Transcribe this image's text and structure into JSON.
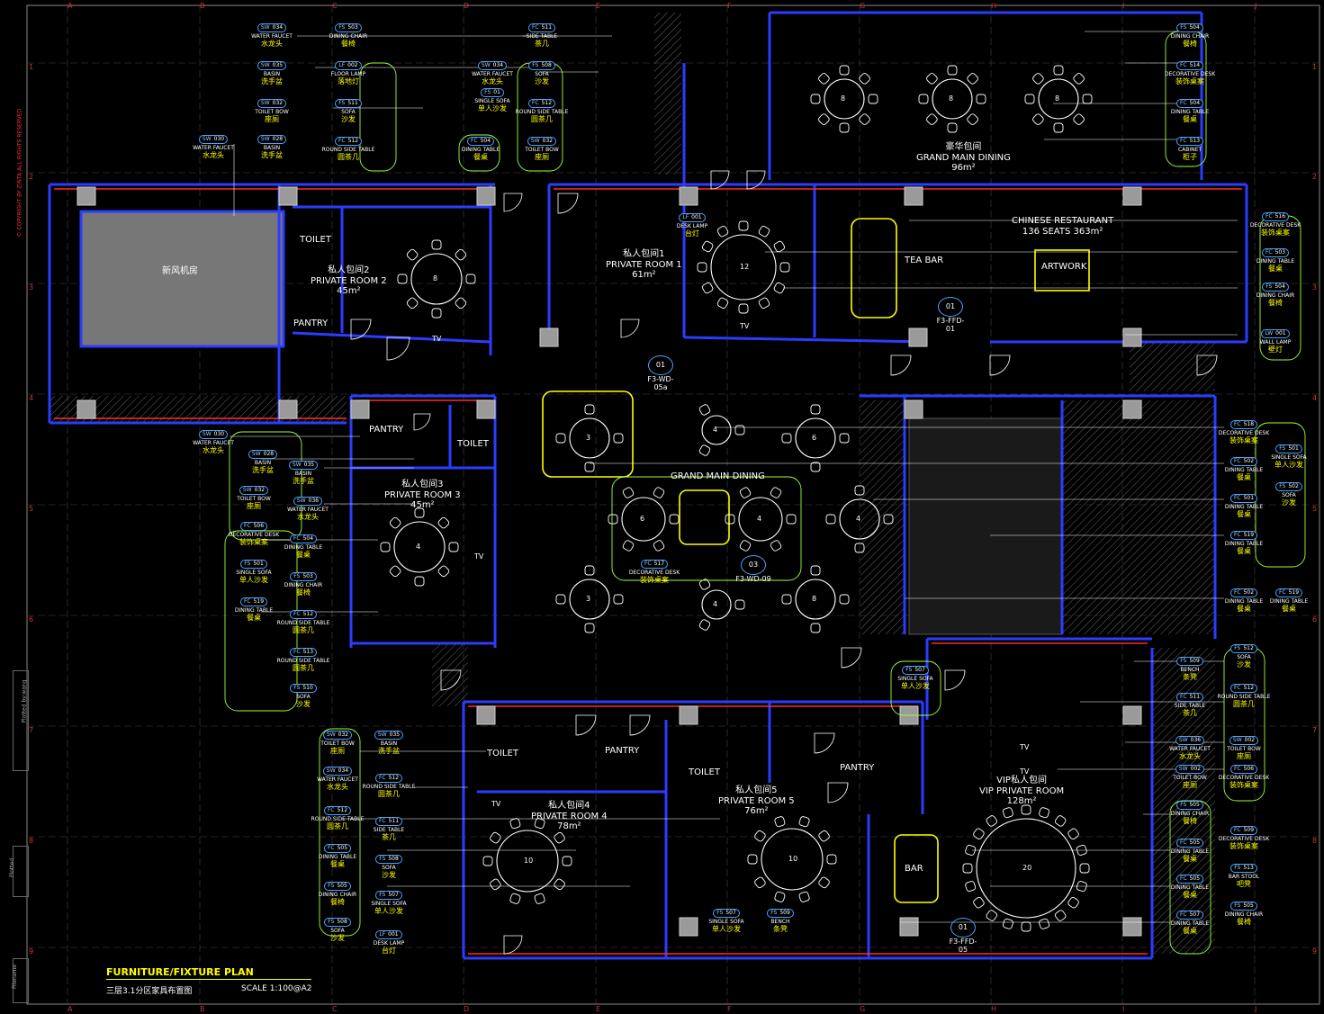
{
  "colors": {
    "wall": "#2b3cff",
    "wall2": "#ff2b2b",
    "furniture": "#ffffff",
    "yellow": "#ffff00",
    "grid": "#888888",
    "hatch": "#555555",
    "column": "#9a9a9a",
    "cloud": "#9cff3a",
    "leader": "#ffffff"
  },
  "copyright": "© COPYRIGHT BY ZINTA ALL RIGHTS RESERVED",
  "side_labels": {
    "plotted_by": "Plotted by:wang",
    "plotted": "Plotted",
    "filename": "Filename"
  },
  "title": {
    "main": "FURNITURE/FIXTURE PLAN",
    "sub": "三层3.1分区家具布置图",
    "scale": "SCALE 1:100@A2"
  },
  "grid_letters": [
    "A",
    "B",
    "C",
    "D",
    "E",
    "F",
    "G",
    "H",
    "I",
    "J"
  ],
  "grid_numbers": [
    "1",
    "2",
    "3",
    "4",
    "5",
    "6",
    "7",
    "8",
    "9"
  ],
  "rooms": {
    "fresh_air": "新风机房",
    "toilet_a": "TOILET",
    "pantry_a": "PANTRY",
    "pr2_cn": "私人包间2",
    "pr2_en": "PRIVATE ROOM 2",
    "pr2_area": "45m²",
    "pr1_cn": "私人包间1",
    "pr1_en": "PRIVATE ROOM 1",
    "pr1_area": "61m²",
    "gmd_top_cn": "豪华包间",
    "gmd_top_en": "GRAND MAIN DINING",
    "gmd_top_area": "96m²",
    "chinese_rest": "CHINESE RESTAURANT",
    "chinese_seats": "136 SEATS 363m²",
    "tea_bar": "TEA BAR",
    "artwork": "ARTWORK",
    "pantry_b": "PANTRY",
    "toilet_b": "TOILET",
    "pr3_cn": "私人包间3",
    "pr3_en": "PRIVATE ROOM 3",
    "pr3_area": "45m²",
    "gmd_mid": "GRAND MAIN DINING",
    "toilet_c": "TOILET",
    "pantry_c": "PANTRY",
    "toilet_d": "TOILET",
    "pantry_d": "PANTRY",
    "pr4_cn": "私人包间4",
    "pr4_en": "PRIVATE ROOM 4",
    "pr4_area": "78m²",
    "pr5_cn": "私人包间5",
    "pr5_en": "PRIVATE ROOM 5",
    "pr5_area": "76m²",
    "vip_cn": "VIP私人包间",
    "vip_en": "VIP PRIVATE ROOM",
    "vip_area": "128m²",
    "tv": "TV",
    "bar": "BAR"
  },
  "refs": [
    {
      "num": "01",
      "code": "F3-WD-05a"
    },
    {
      "num": "01",
      "code": "F3-FFD-01"
    },
    {
      "num": "03",
      "code": "F3-WD-09"
    },
    {
      "num": "01",
      "code": "F3-FFD-05"
    }
  ],
  "table_seats": [
    "8",
    "12",
    "8",
    "8",
    "8",
    "4",
    "3",
    "4",
    "6",
    "6",
    "4",
    "4",
    "3",
    "4",
    "8",
    "10",
    "10",
    "20"
  ],
  "tags": [
    {
      "t": "SW",
      "n": "034",
      "en": "WATER FAUCET",
      "cn": "水龙头"
    },
    {
      "t": "SW",
      "n": "035",
      "en": "BASIN",
      "cn": "洗手盆"
    },
    {
      "t": "SW",
      "n": "032",
      "en": "TOILET BOW",
      "cn": "座厕"
    },
    {
      "t": "SW",
      "n": "030",
      "en": "WATER FAUCET",
      "cn": "水龙头"
    },
    {
      "t": "SW",
      "n": "028",
      "en": "BASIN",
      "cn": "洗手盆"
    },
    {
      "t": "FS",
      "n": "503",
      "en": "DINING CHAIR",
      "cn": "餐椅"
    },
    {
      "t": "LF",
      "n": "002",
      "en": "FLOOR LAMP",
      "cn": "落地灯"
    },
    {
      "t": "FS",
      "n": "511",
      "en": "SOFA",
      "cn": "沙发"
    },
    {
      "t": "FC",
      "n": "512",
      "en": "ROUND SIDE TABLE",
      "cn": "圆茶几"
    },
    {
      "t": "FC",
      "n": "511",
      "en": "SIDE TABLE",
      "cn": "茶几"
    },
    {
      "t": "SW",
      "n": "034",
      "en": "WATER FAUCET",
      "cn": "水龙头"
    },
    {
      "t": "FS",
      "n": "01",
      "en": "SINGLE SOFA",
      "cn": "单人沙发"
    },
    {
      "t": "FC",
      "n": "504",
      "en": "DINING TABLE",
      "cn": "餐桌"
    },
    {
      "t": "FS",
      "n": "508",
      "en": "SOFA",
      "cn": "沙发"
    },
    {
      "t": "FC",
      "n": "512",
      "en": "ROUND SIDE TABLE",
      "cn": "圆茶几"
    },
    {
      "t": "SW",
      "n": "032",
      "en": "TOILET BOW",
      "cn": "座厕"
    },
    {
      "t": "FS",
      "n": "504",
      "en": "DINING CHAIR",
      "cn": "餐椅"
    },
    {
      "t": "FC",
      "n": "514",
      "en": "DECORATIVE DESK",
      "cn": "装饰桌案"
    },
    {
      "t": "FC",
      "n": "504",
      "en": "DINING TABLE",
      "cn": "餐桌"
    },
    {
      "t": "FC",
      "n": "513",
      "en": "CABINET",
      "cn": "柜子"
    },
    {
      "t": "LF",
      "n": "001",
      "en": "DESK LAMP",
      "cn": "台灯"
    },
    {
      "t": "FC",
      "n": "516",
      "en": "DECORATIVE DESK",
      "cn": "装饰桌案"
    },
    {
      "t": "FC",
      "n": "503",
      "en": "DINING TABLE",
      "cn": "餐桌"
    },
    {
      "t": "FS",
      "n": "504",
      "en": "DINING CHAIR",
      "cn": "餐椅"
    },
    {
      "t": "LW",
      "n": "001",
      "en": "WALL LAMP",
      "cn": "壁灯"
    },
    {
      "t": "SW",
      "n": "030",
      "en": "WATER FAUCET",
      "cn": "水龙头"
    },
    {
      "t": "SW",
      "n": "028",
      "en": "BASIN",
      "cn": "洗手盆"
    },
    {
      "t": "SW",
      "n": "035",
      "en": "BASIN",
      "cn": "洗手盆"
    },
    {
      "t": "SW",
      "n": "032",
      "en": "TOILET BOW",
      "cn": "座厕"
    },
    {
      "t": "SW",
      "n": "036",
      "en": "WATER FAUCET",
      "cn": "水龙头"
    },
    {
      "t": "FC",
      "n": "506",
      "en": "DECORATIVE DESK",
      "cn": "装饰桌案"
    },
    {
      "t": "FC",
      "n": "504",
      "en": "DINING TABLE",
      "cn": "餐桌"
    },
    {
      "t": "FS",
      "n": "501",
      "en": "SINGLE SOFA",
      "cn": "单人沙发"
    },
    {
      "t": "FS",
      "n": "503",
      "en": "DINING CHAIR",
      "cn": "餐椅"
    },
    {
      "t": "FC",
      "n": "519",
      "en": "DINING TABLE",
      "cn": "餐桌"
    },
    {
      "t": "FC",
      "n": "512",
      "en": "ROUND SIDE TABLE",
      "cn": "圆茶几"
    },
    {
      "t": "FC",
      "n": "513",
      "en": "ROUND SIDE TABLE",
      "cn": "圆茶几"
    },
    {
      "t": "FS",
      "n": "510",
      "en": "SOFA",
      "cn": "沙发"
    },
    {
      "t": "FC",
      "n": "517",
      "en": "DECORATIVE DESK",
      "cn": "装饰桌案"
    },
    {
      "t": "FC",
      "n": "518",
      "en": "DECORATIVE DESK",
      "cn": "装饰桌案"
    },
    {
      "t": "FC",
      "n": "502",
      "en": "DINING TABLE",
      "cn": "餐桌"
    },
    {
      "t": "FC",
      "n": "501",
      "en": "DINING TABLE",
      "cn": "餐桌"
    },
    {
      "t": "FS",
      "n": "501",
      "en": "SINGLE SOFA",
      "cn": "单人沙发"
    },
    {
      "t": "FC",
      "n": "519",
      "en": "DINING TABLE",
      "cn": "餐桌"
    },
    {
      "t": "FS",
      "n": "502",
      "en": "SOFA",
      "cn": "沙发"
    },
    {
      "t": "FC",
      "n": "502",
      "en": "DINING TABLE",
      "cn": "餐桌"
    },
    {
      "t": "FC",
      "n": "519",
      "en": "DINING TABLE",
      "cn": "餐桌"
    },
    {
      "t": "FS",
      "n": "509",
      "en": "BENCH",
      "cn": "条凳"
    },
    {
      "t": "FS",
      "n": "512",
      "en": "SOFA",
      "cn": "沙发"
    },
    {
      "t": "FC",
      "n": "511",
      "en": "SIDE TABLE",
      "cn": "茶几"
    },
    {
      "t": "FC",
      "n": "512",
      "en": "ROUND SIDE TABLE",
      "cn": "圆茶几"
    },
    {
      "t": "SW",
      "n": "002",
      "en": "TOILET BOW",
      "cn": "座厕"
    },
    {
      "t": "SW",
      "n": "036",
      "en": "WATER FAUCET",
      "cn": "水龙头"
    },
    {
      "t": "FC",
      "n": "506",
      "en": "DECORATIVE DESK",
      "cn": "装饰桌案"
    },
    {
      "t": "FS",
      "n": "507",
      "en": "SINGLE SOFA",
      "cn": "单人沙发"
    },
    {
      "t": "SW",
      "n": "002",
      "en": "TOILET BOW",
      "cn": "座厕"
    },
    {
      "t": "SW",
      "n": "032",
      "en": "TOILET BOW",
      "cn": "座厕"
    },
    {
      "t": "SW",
      "n": "035",
      "en": "BASIN",
      "cn": "洗手盆"
    },
    {
      "t": "SW",
      "n": "034",
      "en": "WATER FAUCET",
      "cn": "水龙头"
    },
    {
      "t": "FC",
      "n": "512",
      "en": "ROUND SIDE TABLE",
      "cn": "圆茶几"
    },
    {
      "t": "FC",
      "n": "512",
      "en": "ROUND SIDE TABLE",
      "cn": "圆茶几"
    },
    {
      "t": "FC",
      "n": "511",
      "en": "SIDE TABLE",
      "cn": "茶几"
    },
    {
      "t": "FC",
      "n": "505",
      "en": "DINING TABLE",
      "cn": "餐桌"
    },
    {
      "t": "FS",
      "n": "508",
      "en": "SOFA",
      "cn": "沙发"
    },
    {
      "t": "FS",
      "n": "505",
      "en": "DINING CHAIR",
      "cn": "餐椅"
    },
    {
      "t": "FS",
      "n": "507",
      "en": "SINGLE SOFA",
      "cn": "单人沙发"
    },
    {
      "t": "FS",
      "n": "508",
      "en": "SOFA",
      "cn": "沙发"
    },
    {
      "t": "LF",
      "n": "001",
      "en": "DESK LAMP",
      "cn": "台灯"
    },
    {
      "t": "FS",
      "n": "507",
      "en": "SINGLE SOFA",
      "cn": "单人沙发"
    },
    {
      "t": "FS",
      "n": "509",
      "en": "BENCH",
      "cn": "条凳"
    },
    {
      "t": "FS",
      "n": "505",
      "en": "DINING CHAIR",
      "cn": "餐椅"
    },
    {
      "t": "FC",
      "n": "509",
      "en": "DECORATIVE DESK",
      "cn": "装饰桌案"
    },
    {
      "t": "FC",
      "n": "505",
      "en": "DINING TABLE",
      "cn": "餐桌"
    },
    {
      "t": "FS",
      "n": "513",
      "en": "BAR STOOL",
      "cn": "吧凳"
    },
    {
      "t": "FC",
      "n": "505",
      "en": "DINING TABLE",
      "cn": "餐桌"
    },
    {
      "t": "FS",
      "n": "505",
      "en": "DINING CHAIR",
      "cn": "餐椅"
    },
    {
      "t": "FC",
      "n": "507",
      "en": "DINING TABLE",
      "cn": "餐桌"
    }
  ]
}
